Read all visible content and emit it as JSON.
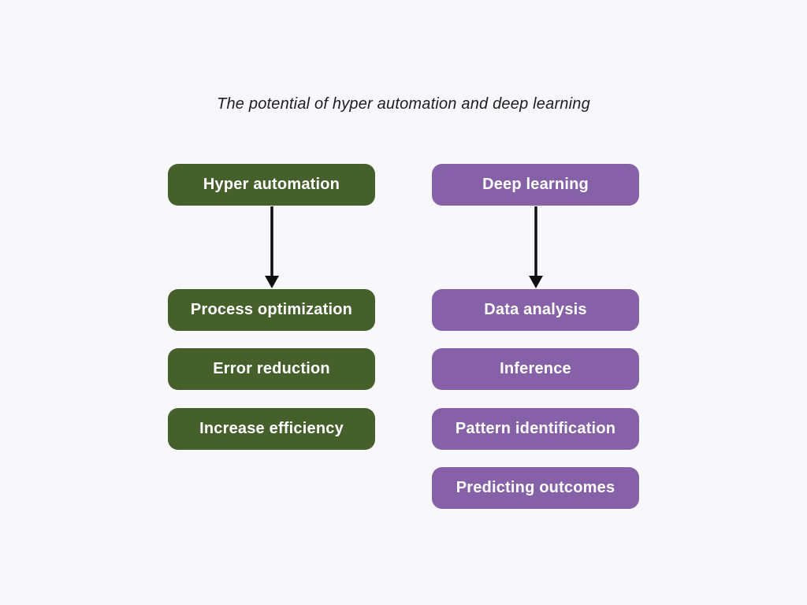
{
  "title": "The potential of hyper automation and deep learning",
  "colors": {
    "background": "#f8f7fc",
    "green": "#46602b",
    "purple": "#8661a8",
    "box_text": "#ffffff",
    "title_text": "#1e1e1e",
    "arrow": "#0f0f0f"
  },
  "columns": [
    {
      "id": "hyper-automation",
      "color": "green",
      "header": "Hyper automation",
      "items": [
        "Process optimization",
        "Error reduction",
        "Increase efficiency"
      ]
    },
    {
      "id": "deep-learning",
      "color": "purple",
      "header": "Deep learning",
      "items": [
        "Data analysis",
        "Inference",
        "Pattern identification",
        "Predicting outcomes"
      ]
    }
  ]
}
